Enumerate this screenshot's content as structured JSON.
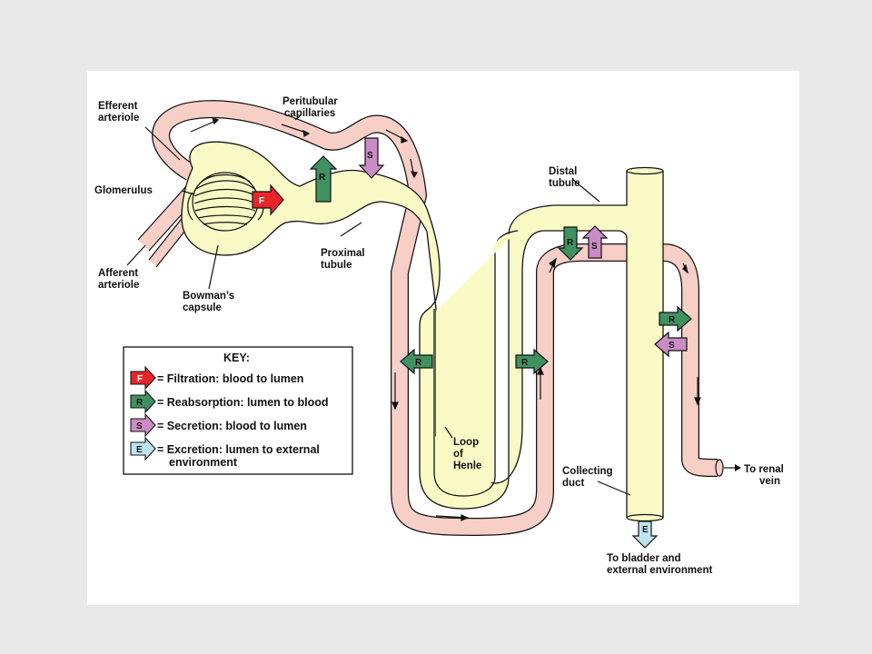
{
  "labels": {
    "efferent_1": "Efferent",
    "efferent_2": "arteriole",
    "peritubular_1": "Peritubular",
    "peritubular_2": "capillaries",
    "glomerulus": "Glomerulus",
    "afferent_1": "Afferent",
    "afferent_2": "arteriole",
    "bowman_1": "Bowman’s",
    "bowman_2": "capsule",
    "proximal_1": "Proximal",
    "proximal_2": "tubule",
    "distal_1": "Distal",
    "distal_2": "tubule",
    "loop_1": "Loop",
    "loop_2": "of",
    "loop_3": "Henle",
    "collecting_1": "Collecting",
    "collecting_2": "duct",
    "renal_1": "To renal",
    "renal_2": "vein",
    "bladder_1": "To bladder and",
    "bladder_2": "external environment"
  },
  "arrow_letters": {
    "F": "F",
    "R": "R",
    "S": "S",
    "E": "E"
  },
  "key": {
    "title": "KEY:",
    "filtration": "= Filtration: blood to lumen",
    "reabsorption": "= Reabsorption: lumen to blood",
    "secretion": "= Secretion: blood to lumen",
    "excretion_1": "= Excretion: lumen to external",
    "excretion_2": "environment"
  },
  "colors": {
    "filtration": "#e8262a",
    "reabsorption": "#3f9160",
    "secretion": "#c98cc4",
    "excretion": "#bfe4f0",
    "tubule_fill": "#fafac6",
    "capillary_fill": "#f7cfc6"
  }
}
